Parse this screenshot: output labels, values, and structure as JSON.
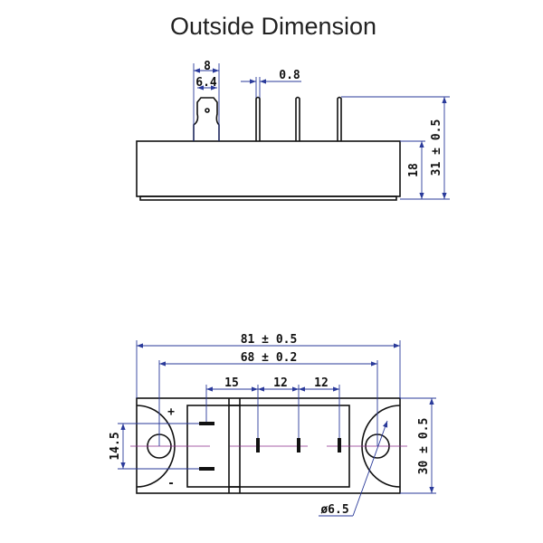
{
  "title": "Outside Dimension",
  "side_view": {
    "tab_width_top": "8",
    "tab_width": "6.4",
    "pin_thickness": "0.8",
    "body_height": "18",
    "total_height": "31 ± 0.5"
  },
  "top_view": {
    "overall_length": "81 ± 0.5",
    "hole_spacing": "68 ± 0.2",
    "pin_pitch_1": "15",
    "pin_pitch_2": "12",
    "pin_pitch_3": "12",
    "terminal_spacing": "14.5",
    "overall_width": "30 ± 0.5",
    "hole_diameter": "ø6.5",
    "plus_label": "+",
    "minus_label": "-"
  }
}
